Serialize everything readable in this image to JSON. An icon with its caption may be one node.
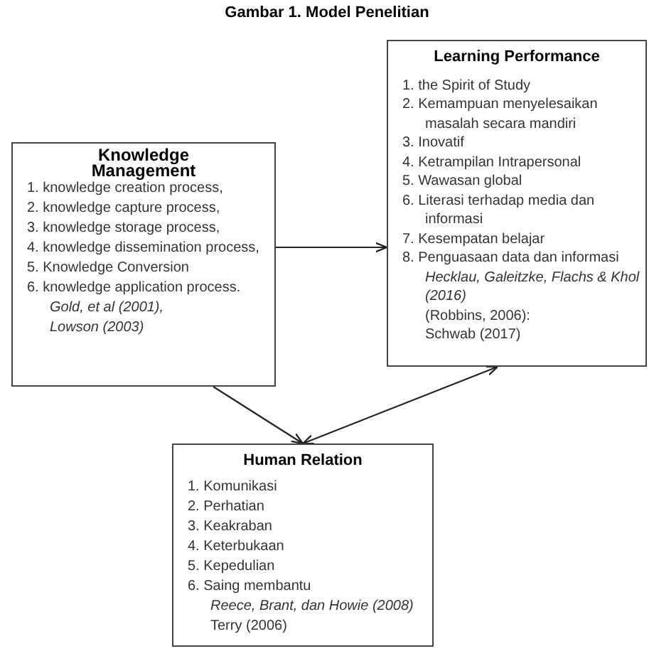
{
  "diagram": {
    "title": "Gambar 1. Model Penelitian",
    "nodes": [
      {
        "text": [
          "Knowledge Management",
          "1. knowledge creation process,",
          "2. knowledge capture process,",
          "3. knowledge storage process,",
          "4. knowledge dissemination process,",
          "5. Knowledge Conversion",
          "6. knowledge application process.",
          "Gold, et al (2001),",
          "Lowson (2003)"
        ]
      },
      {
        "text": [
          "Learning Performance",
          "1. the Spirit of Study",
          "2. Kemampuan menyelesaikan masalah secara mandiri",
          "3. Inovatif",
          "4. Ketrampilan Intrapersonal",
          "5. Wawasan global",
          "6. Literasi terhadap media dan informasi",
          "7. Kesempatan belajar",
          "8. Penguasaan data dan informasi",
          "Hecklau, Galeitzke, Flachs & Khol (2016)",
          "(Robbins, 2006):",
          "Schwab (2017)"
        ]
      },
      {
        "text": [
          "Human Relation",
          "1. Komunikasi",
          "2. Perhatian",
          "3. Keakraban",
          "4. Keterbukaan",
          "5. Kepedulian",
          "6. Saing membantu",
          "Reece, Brant, dan Howie (2008)",
          "Terry (2006)"
        ]
      }
    ],
    "edges": [
      {
        "from": 0,
        "to": 1,
        "arrow": "to"
      },
      {
        "from": 0,
        "to": 2,
        "arrow": "to"
      },
      {
        "from": 2,
        "to": 1,
        "arrow": "both"
      }
    ]
  }
}
